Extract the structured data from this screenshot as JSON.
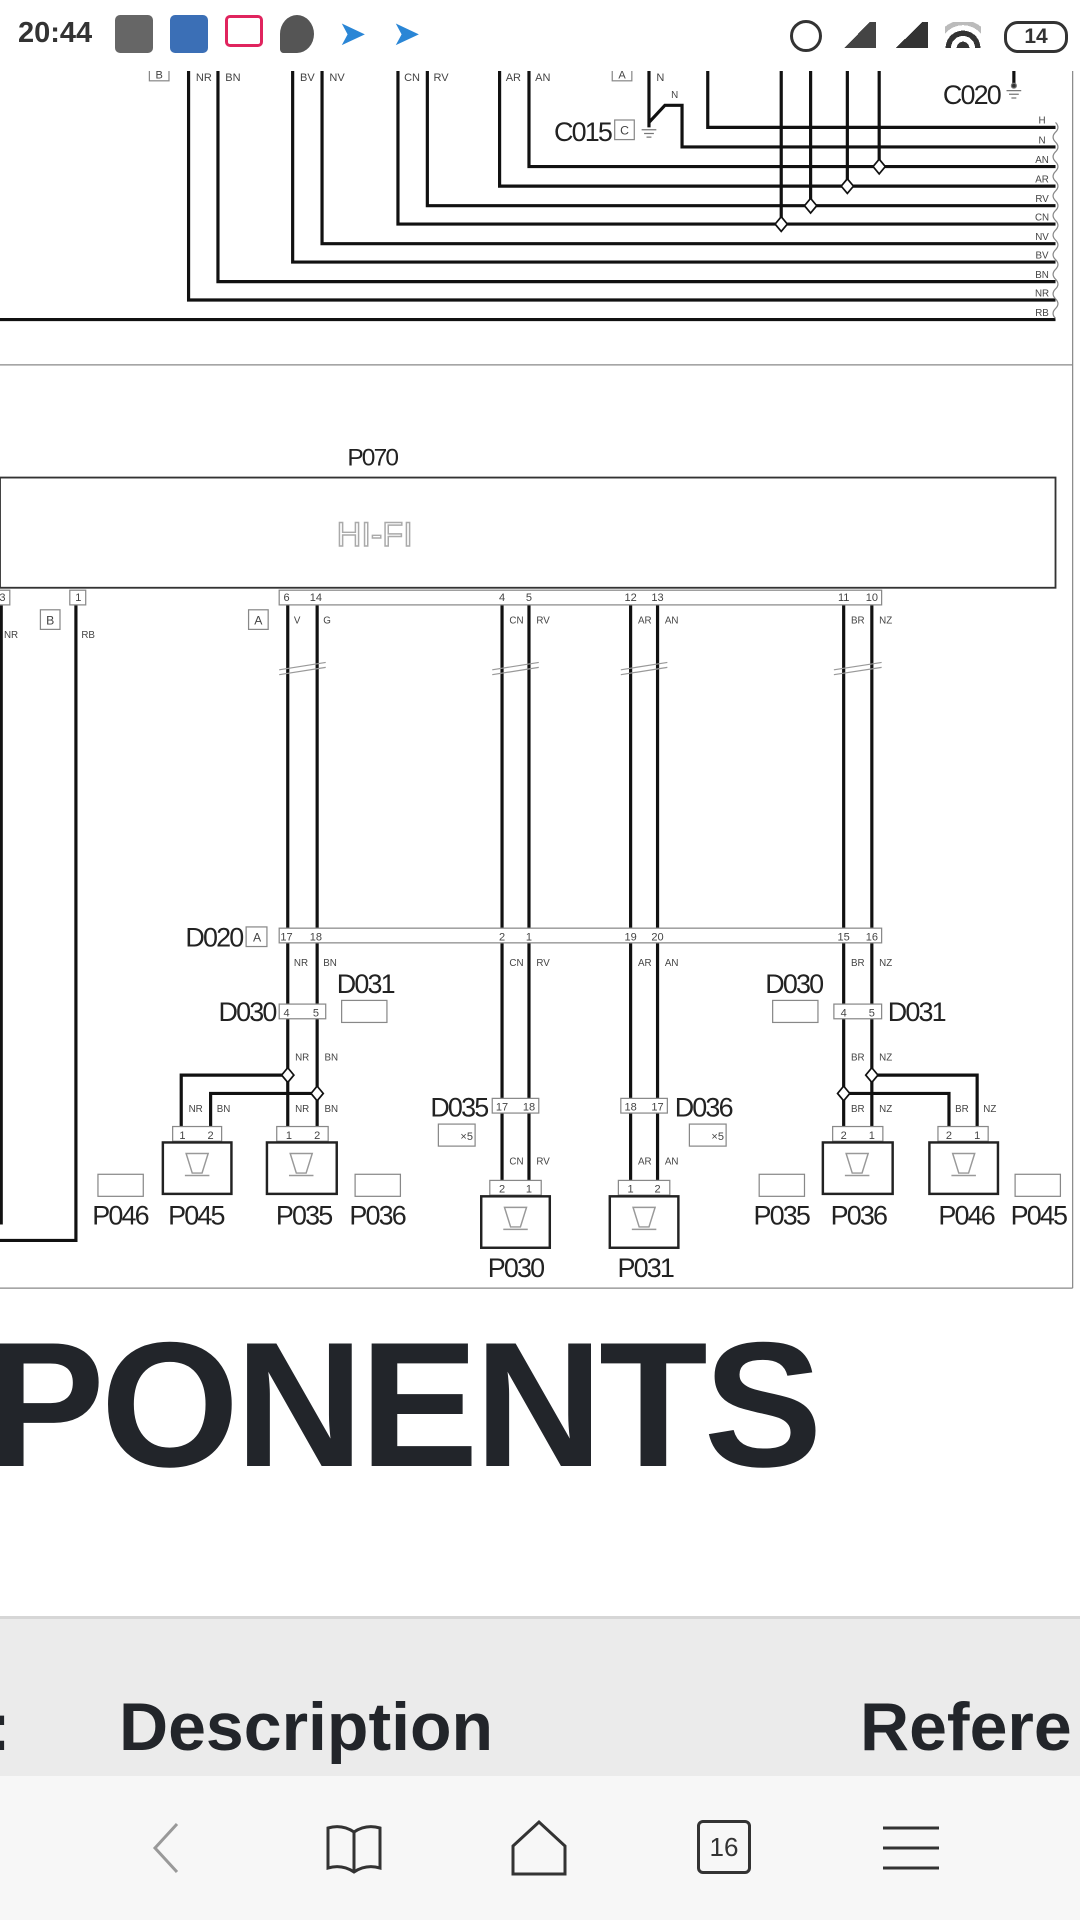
{
  "status_bar": {
    "time": "20:44",
    "notification_icons": [
      "app-u-icon",
      "tt-icon",
      "video-icon",
      "weather-icon",
      "bird-icon",
      "bird-icon"
    ],
    "system_icons": [
      "alarm-icon",
      "signal-icon",
      "signal-icon",
      "wifi-icon",
      "battery-icon"
    ],
    "battery_level": "14"
  },
  "diagram": {
    "top": {
      "wire_labels": [
        "NR",
        "BN",
        "BV",
        "NV",
        "CN",
        "RV",
        "AR",
        "AN",
        "N"
      ],
      "connector_b": "B",
      "connector_a": "A",
      "connector_c": "C",
      "c015": "C015",
      "c020": "C020",
      "n_label": "N",
      "bus_labels": [
        "H",
        "N",
        "AN",
        "AR",
        "RV",
        "CN",
        "NV",
        "BV",
        "BN",
        "NR",
        "RB"
      ]
    },
    "hifi": {
      "code": "P070",
      "name": "HI-FI",
      "connector_a": "A",
      "connector_b": "B",
      "left_pins": [
        "3",
        "1"
      ],
      "left_wires": [
        "NR",
        "RB"
      ],
      "pins": [
        "6",
        "14",
        "4",
        "5",
        "12",
        "13",
        "11",
        "10"
      ],
      "wires": [
        "V",
        "G",
        "CN",
        "RV",
        "AR",
        "AN",
        "BR",
        "NZ"
      ]
    },
    "d020": {
      "code": "D020",
      "connector": "A",
      "pins": [
        "17",
        "18",
        "2",
        "1",
        "19",
        "20",
        "15",
        "16"
      ],
      "wires": [
        "NR",
        "BN",
        "CN",
        "RV",
        "AR",
        "AN",
        "BR",
        "NZ"
      ]
    },
    "left_group": {
      "d030": "D030",
      "d031": "D031",
      "pins": [
        "4",
        "5"
      ],
      "wires": [
        "NR",
        "BN"
      ],
      "branch_wires": [
        "NR",
        "BN",
        "NR",
        "BN"
      ],
      "p045_pins": [
        "1",
        "2"
      ],
      "p035_pins": [
        "1",
        "2"
      ],
      "labels": [
        "P046",
        "P045",
        "P035",
        "P036"
      ]
    },
    "center_group": {
      "d035": "D035",
      "d035_pins": [
        "17",
        "18"
      ],
      "d035_badge": "×5",
      "d036": "D036",
      "d036_pins": [
        "18",
        "17"
      ],
      "d036_badge": "×5",
      "p030_wires": [
        "CN",
        "RV"
      ],
      "p030_pins": [
        "2",
        "1"
      ],
      "p030": "P030",
      "p031_wires": [
        "AR",
        "AN"
      ],
      "p031_pins": [
        "1",
        "2"
      ],
      "p031": "P031"
    },
    "right_group": {
      "d030": "D030",
      "d031": "D031",
      "pins": [
        "4",
        "5"
      ],
      "wires": [
        "BR",
        "NZ"
      ],
      "branch_wires": [
        "BR",
        "NZ",
        "BR",
        "NZ"
      ],
      "p036_pins": [
        "2",
        "1"
      ],
      "p046_pins": [
        "2",
        "1"
      ],
      "labels": [
        "P035",
        "P036",
        "P046",
        "P045"
      ]
    }
  },
  "page": {
    "heading": "PONENTS",
    "table_header": [
      ":",
      "Description",
      "Refere"
    ]
  },
  "nav_bar": {
    "items": [
      "back-icon",
      "bookmarks-icon",
      "home-icon",
      "tabs-icon",
      "menu-icon"
    ],
    "tab_count": "16"
  }
}
